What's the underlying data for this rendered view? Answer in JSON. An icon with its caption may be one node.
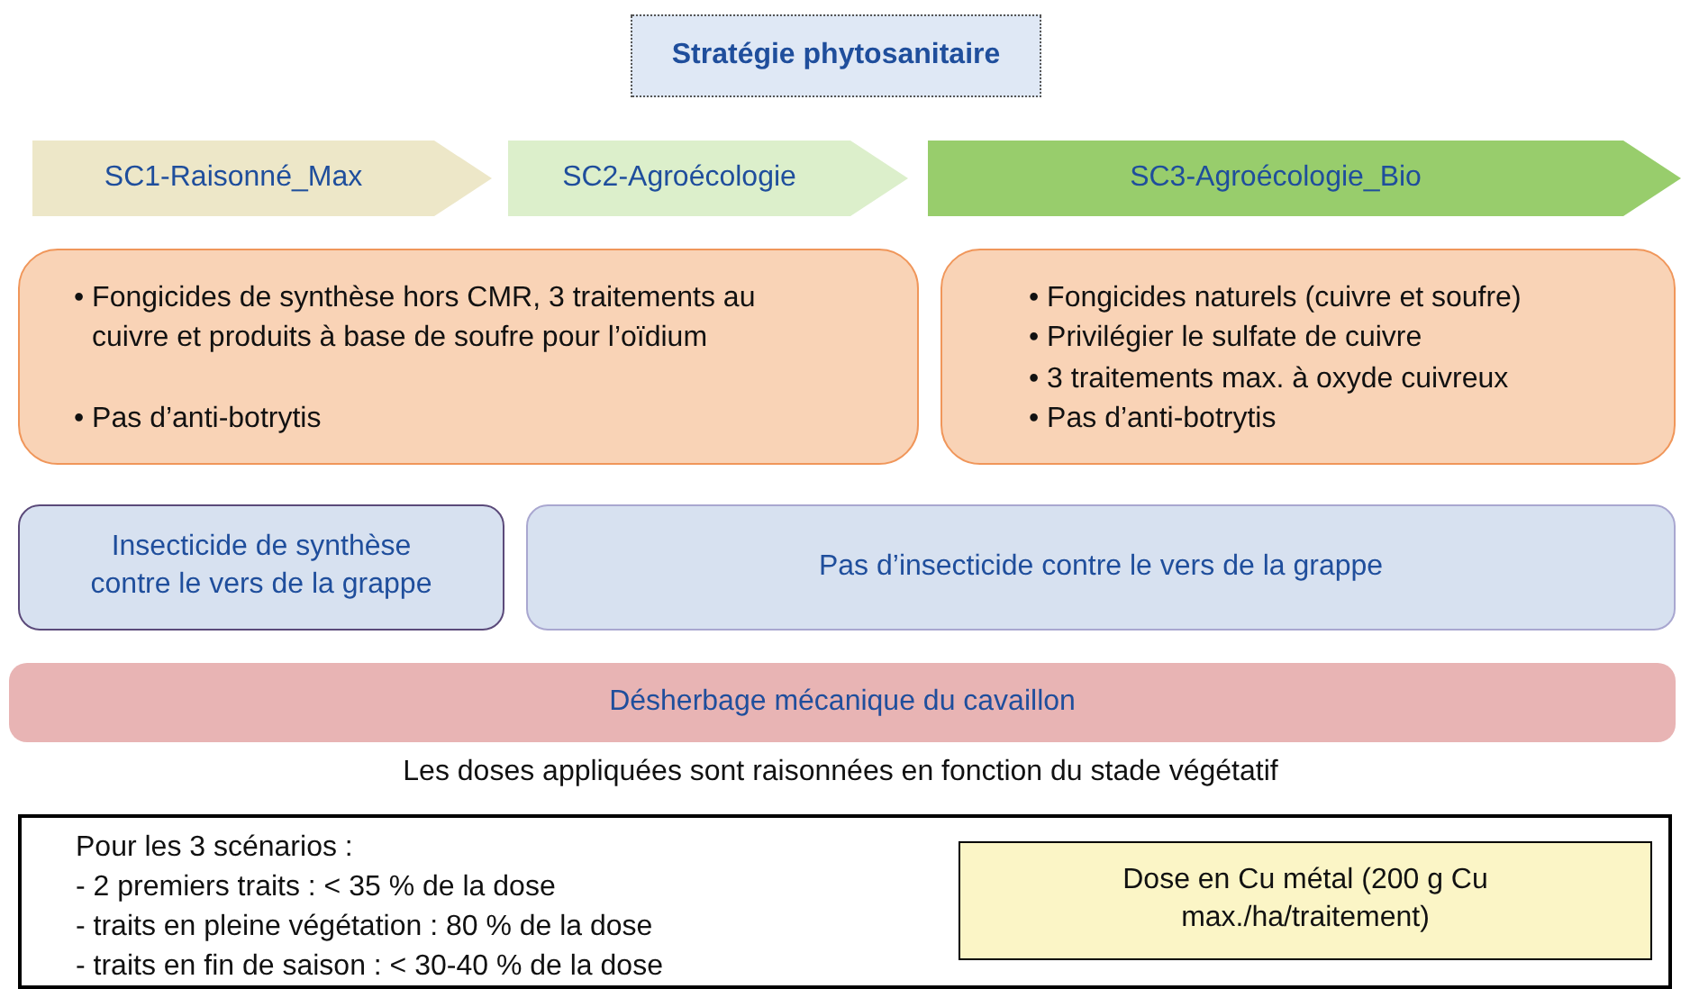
{
  "diagram": {
    "nodes": [
      {
        "text": [
          "Stratégie phytosanitaire"
        ]
      },
      {
        "text": [
          "SC1-Raisonné_Max"
        ]
      },
      {
        "text": [
          "SC2-Agroécologie"
        ]
      },
      {
        "text": [
          "SC3-Agroécologie_Bio"
        ]
      },
      {
        "text": [
          "• Fongicides de synthèse hors CMR, 3 traitements au cuivre et produits à base de soufre pour l’oïdium",
          "• Pas d’anti-botrytis"
        ]
      },
      {
        "text": [
          "• Fongicides naturels (cuivre et soufre)",
          "• Privilégier le sulfate de cuivre",
          "• 3 traitements max. à oxyde cuivreux",
          "• Pas d’anti-botrytis"
        ]
      },
      {
        "text": [
          "Insecticide de synthèse contre le vers de la grappe"
        ]
      },
      {
        "text": [
          "Pas d’insecticide contre le vers de la grappe"
        ]
      },
      {
        "text": [
          "Désherbage mécanique du cavaillon"
        ]
      },
      {
        "text": [
          "Pour les 3 scénarios :",
          "- 2 premiers traits : < 35 % de la dose",
          "- traits en pleine végétation : 80 % de la dose",
          "- traits en fin de saison : < 30-40 % de la dose"
        ]
      },
      {
        "text": [
          "Dose en Cu métal (200 g Cu max./ha/traitement)"
        ],
        "in": 9
      }
    ],
    "labels": [
      "Les doses appliquées sont raisonnées en fonction du stade végétatif"
    ]
  }
}
